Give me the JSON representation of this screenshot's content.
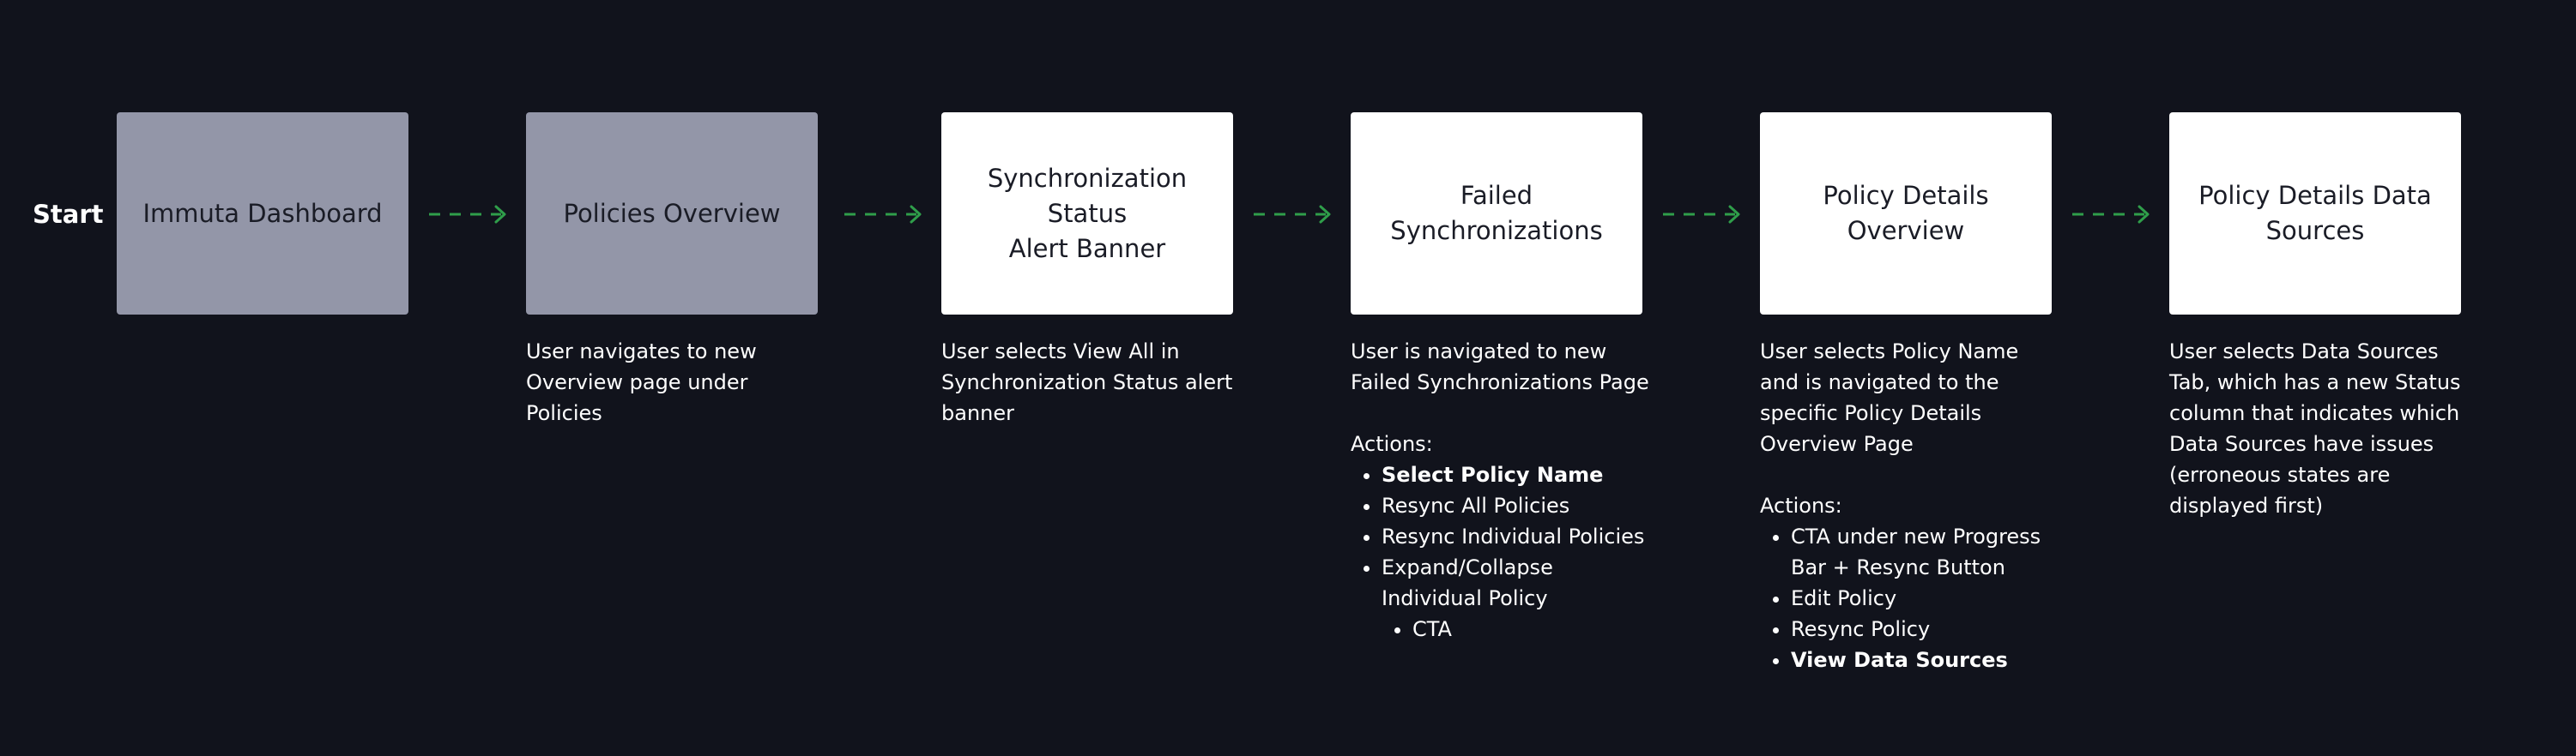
{
  "start_label": "Start",
  "colors": {
    "background": "#11131c",
    "visited_box": "#9396a8",
    "current_box": "#ffffff",
    "arrow": "#2f9e4a"
  },
  "steps": [
    {
      "title": "Immuta Dashboard",
      "state": "visited"
    },
    {
      "title": "Policies Overview",
      "state": "visited",
      "description": "User navigates to new Overview page under Policies"
    },
    {
      "title": "Synchronization Status\nAlert Banner",
      "state": "current",
      "description": "User selects View All in Synchronization Status alert banner"
    },
    {
      "title": "Failed Synchronizations",
      "state": "current",
      "description": "User is navigated to new Failed Synchronizations Page",
      "actions_heading": "Actions:",
      "actions": [
        "Select Policy Name",
        "Resync All Policies",
        "Resync Individual Policies",
        "Expand/Collapse Individual Policy"
      ],
      "sub_actions": [
        "CTA"
      ]
    },
    {
      "title": "Policy Details Overview",
      "state": "current",
      "description": "User selects Policy Name and is navigated to the specific Policy Details Overview Page",
      "actions_heading": "Actions:",
      "actions": [
        "CTA under new Progress Bar + Resync Button",
        "Edit Policy",
        "Resync Policy",
        "View Data Sources"
      ]
    },
    {
      "title": "Policy Details Data\nSources",
      "state": "current",
      "description": "User selects Data Sources Tab, which has a new Status column that indicates which Data Sources have issues (erroneous states are displayed first)"
    }
  ]
}
